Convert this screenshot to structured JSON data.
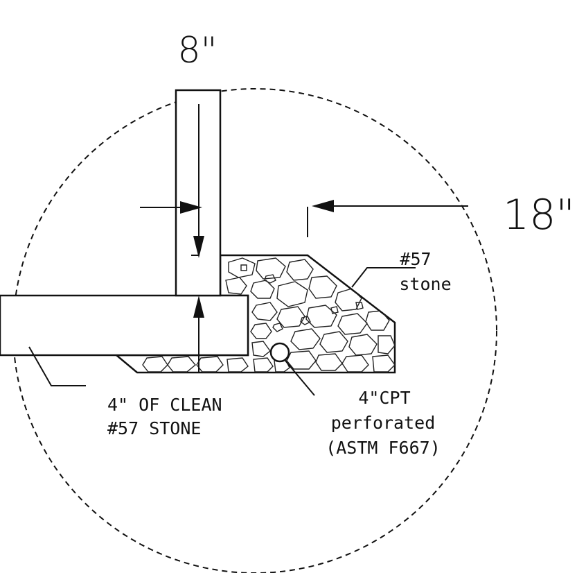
{
  "dimensions": {
    "wall_thickness": "8\"",
    "footing_extension": "18\""
  },
  "labels": {
    "stone_callout_line1": "#57",
    "stone_callout_line2": "stone",
    "base_line1": "4\" OF CLEAN",
    "base_line2": "#57 STONE",
    "pipe_line1": "4\"CPT",
    "pipe_line2": "perforated",
    "pipe_line3": "(ASTM F667)"
  }
}
